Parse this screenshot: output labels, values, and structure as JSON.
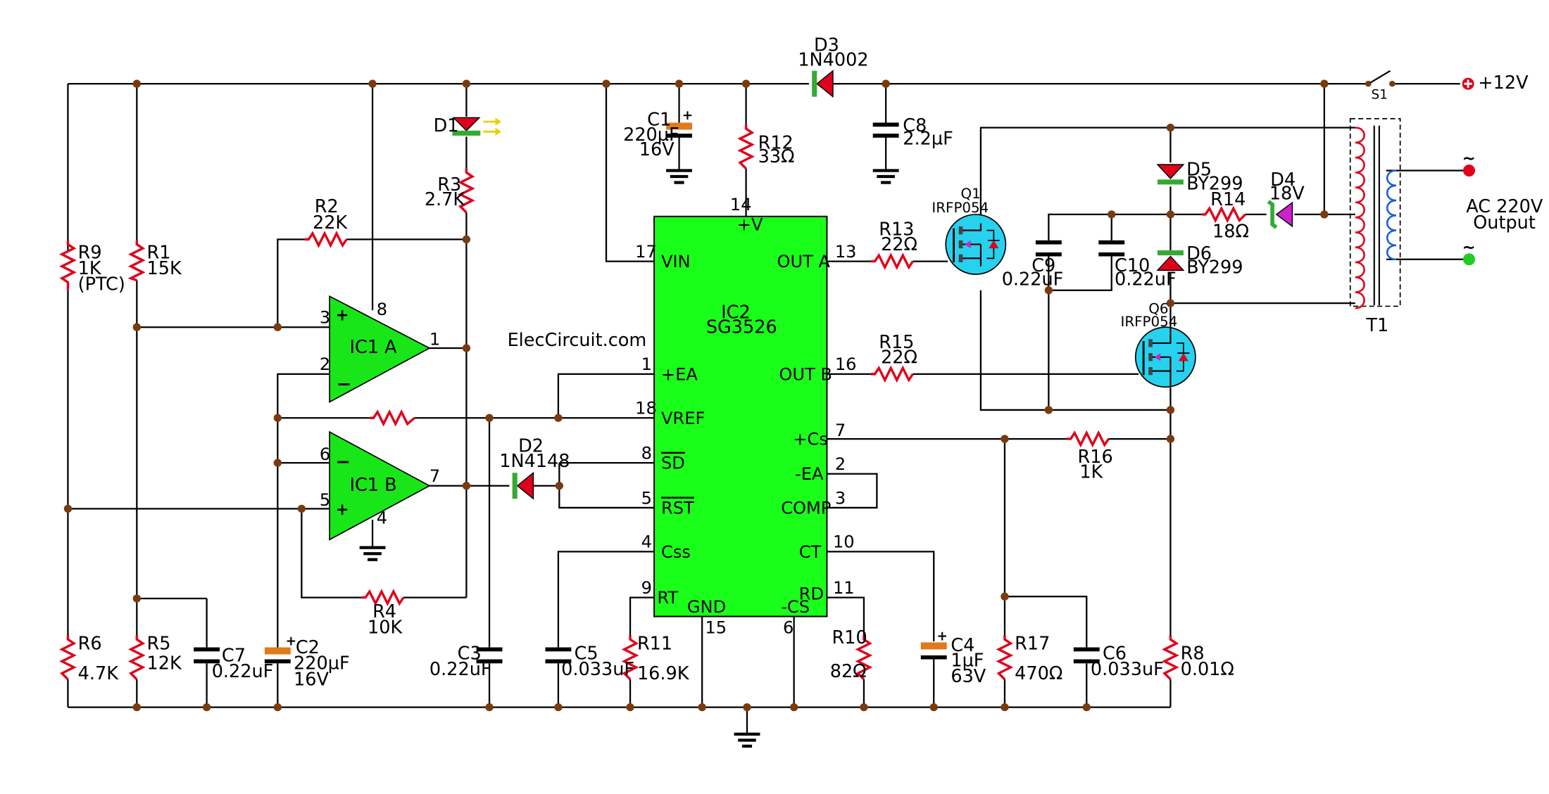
{
  "colors": {
    "ic_fill": "#19ff19",
    "opamp_fill": "#19e619",
    "mosfet_fill": "#27d2ee",
    "resistor": "#e0001b",
    "diode": "#e0001b",
    "diode_band": "#33aa33",
    "electrolytic_plate": "#e07a1a",
    "zener": "#cc22cc",
    "junction": "#7a3a10",
    "transformer_primary": "#e0001b",
    "transformer_secondary": "#1a5fd0"
  },
  "watermark": "ElecCircuit.com",
  "supply": {
    "plus_label": "+12V",
    "switch": "S1"
  },
  "output": {
    "line1": "AC 220V",
    "line2": "Output",
    "symbol": "~"
  },
  "ic2": {
    "name": "IC2",
    "part": "SG3526",
    "top_label": "+V",
    "pins_left": [
      {
        "num": "17",
        "name": "VIN"
      },
      {
        "num": "1",
        "name": "+EA"
      },
      {
        "num": "18",
        "name": "VREF"
      },
      {
        "num": "8",
        "name": "SD"
      },
      {
        "num": "5",
        "name": "RST"
      },
      {
        "num": "4",
        "name": "Css"
      },
      {
        "num": "9",
        "name": "RT"
      }
    ],
    "pins_right": [
      {
        "num": "13",
        "name": "OUT A"
      },
      {
        "num": "16",
        "name": "OUT B"
      },
      {
        "num": "7",
        "name": "+Cs"
      },
      {
        "num": "2",
        "name": "-EA"
      },
      {
        "num": "3",
        "name": "COMP"
      },
      {
        "num": "10",
        "name": "CT"
      },
      {
        "num": "11",
        "name": "RD"
      }
    ],
    "bottom": [
      {
        "num": "15",
        "name": "GND"
      },
      {
        "num": "6",
        "name": "-CS"
      }
    ],
    "top_pin": "14"
  },
  "ic1a": {
    "name": "IC1 A",
    "pin_plus": "3",
    "pin_minus": "2",
    "pin_out": "1",
    "pin_vcc": "8"
  },
  "ic1b": {
    "name": "IC1 B",
    "pin_minus": "6",
    "pin_plus": "5",
    "pin_out": "7",
    "pin_gnd": "4"
  },
  "components": {
    "R1": {
      "name": "R1",
      "value": "15K"
    },
    "R2": {
      "name": "R2",
      "value": "22K"
    },
    "R3": {
      "name": "R3",
      "value": "2.7K"
    },
    "R4": {
      "name": "R4",
      "value": "10K"
    },
    "R5": {
      "name": "R5",
      "value": "12K"
    },
    "R6": {
      "name": "R6",
      "value": "4.7K"
    },
    "R8": {
      "name": "R8",
      "value": "0.01Ω"
    },
    "R9": {
      "name": "R9",
      "value": "1K",
      "extra": "(PTC)"
    },
    "R10": {
      "name": "R10",
      "value": "82Ω"
    },
    "R11": {
      "name": "R11",
      "value": "16.9K"
    },
    "R12": {
      "name": "R12",
      "value": "33Ω"
    },
    "R13": {
      "name": "R13",
      "value": "22Ω"
    },
    "R14": {
      "name": "R14",
      "value": "18Ω"
    },
    "R15": {
      "name": "R15",
      "value": "22Ω"
    },
    "R16": {
      "name": "R16",
      "value": "1K"
    },
    "R17": {
      "name": "R17",
      "value": "470Ω"
    },
    "C1": {
      "name": "C1",
      "value": "220µF",
      "rating": "16V"
    },
    "C2": {
      "name": "C2",
      "value": "220µF",
      "rating": "16V"
    },
    "C3": {
      "name": "C3",
      "value": "0.22uF"
    },
    "C4": {
      "name": "C4",
      "value": "1µF",
      "rating": "63V"
    },
    "C5": {
      "name": "C5",
      "value": "0.033uF"
    },
    "C6": {
      "name": "C6",
      "value": "0.033uF"
    },
    "C7": {
      "name": "C7",
      "value": "0.22uF"
    },
    "C8": {
      "name": "C8",
      "value": "2.2µF"
    },
    "C9": {
      "name": "C9",
      "value": "0.22uF"
    },
    "C10": {
      "name": "C10",
      "value": "0.22uF"
    },
    "D1": {
      "name": "D1"
    },
    "D2": {
      "name": "D2",
      "value": "1N4148"
    },
    "D3": {
      "name": "D3",
      "value": "1N4002"
    },
    "D4": {
      "name": "D4",
      "value": "18V"
    },
    "D5": {
      "name": "D5",
      "value": "BY299"
    },
    "D6": {
      "name": "D6",
      "value": "BY299"
    },
    "Q1": {
      "name": "Q1",
      "value": "IRFP054"
    },
    "Q6": {
      "name": "Q6",
      "value": "IRFP054"
    },
    "T1": {
      "name": "T1"
    }
  }
}
